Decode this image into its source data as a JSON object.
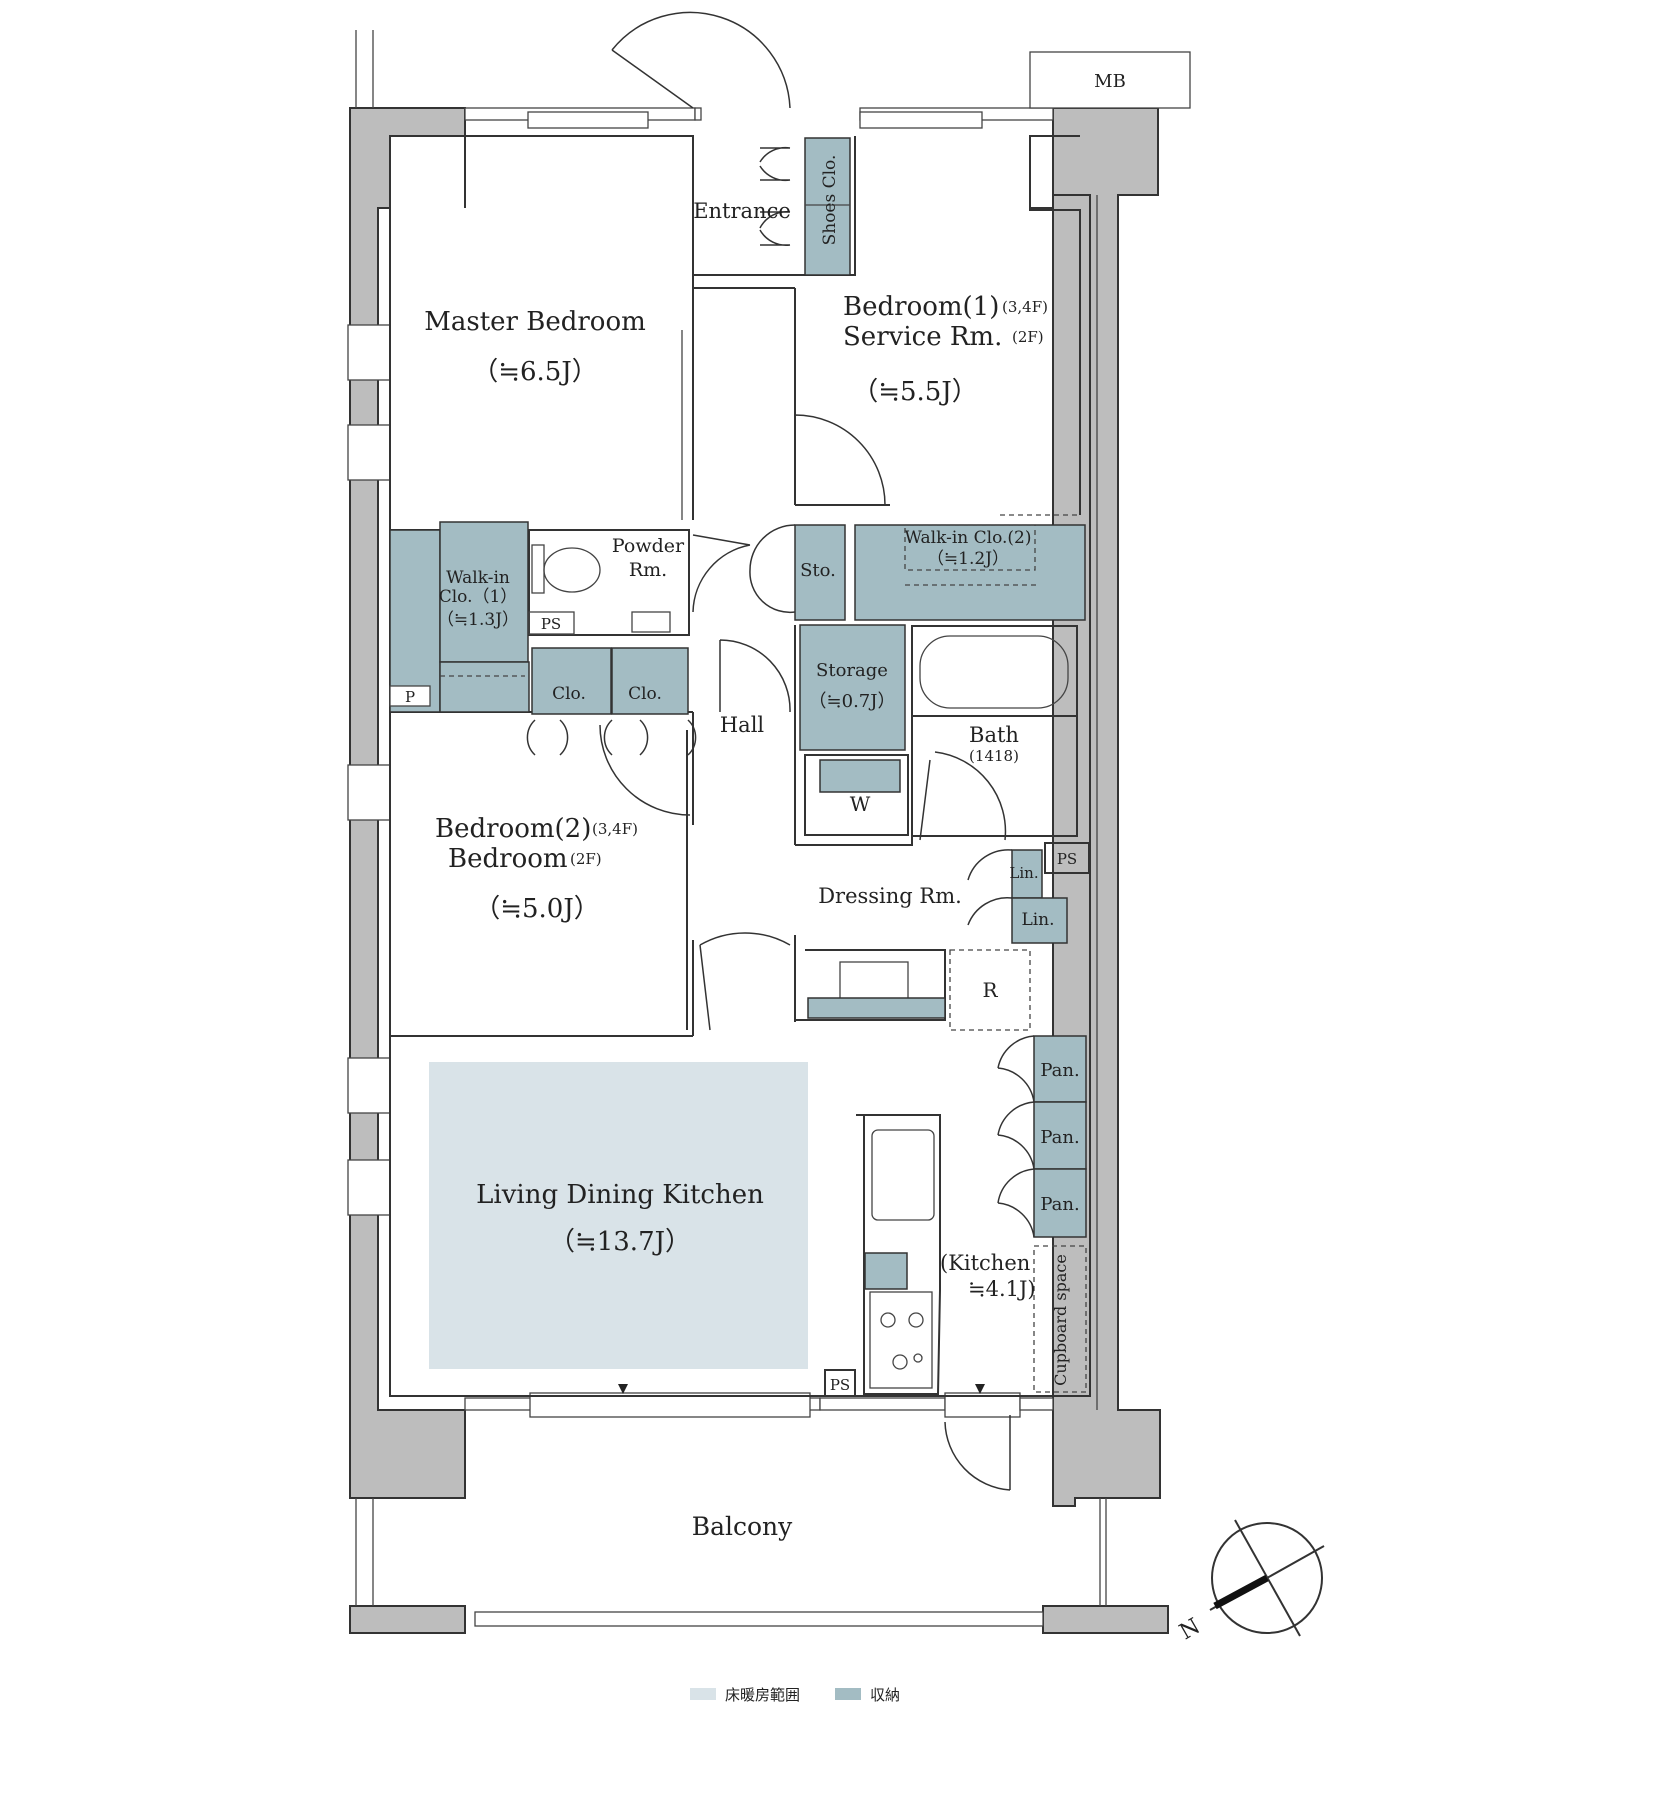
{
  "rooms": {
    "master_bedroom": {
      "name": "Master Bedroom",
      "size": "（≒6.5J）"
    },
    "entrance": "Entrance",
    "shoes_closet": "Shoes Clo.",
    "bedroom1": {
      "name": "Bedroom(1)",
      "floors": "(3,4F)",
      "alt_name": "Service Rm.",
      "alt_floors": "(2F)",
      "size": "（≒5.5J）"
    },
    "powder_room": {
      "line1": "Powder",
      "line2": "Rm."
    },
    "walkin_closet1": {
      "line1": "Walk-in",
      "line2": "Clo.（1）",
      "size": "（≒1.3J）"
    },
    "walkin_closet2": {
      "name": "Walk-in Clo.(2)",
      "size": "（≒1.2J）"
    },
    "storage_short": "Sto.",
    "storage": {
      "name": "Storage",
      "size": "（≒0.7J）"
    },
    "bath": {
      "name": "Bath",
      "code": "(1418)"
    },
    "hall": "Hall",
    "closet": "Clo.",
    "washer": "W",
    "dressing_room": "Dressing Rm.",
    "linen": "Lin.",
    "refrigerator": "R",
    "pipe_space": "PS",
    "pipe": "P",
    "bedroom2": {
      "name": "Bedroom(2)",
      "floors": "(3,4F)",
      "alt_name": "Bedroom",
      "alt_floors": "(2F)",
      "size": "（≒5.0J）"
    },
    "ldk": {
      "name": "Living Dining Kitchen",
      "size": "（≒13.7J）"
    },
    "kitchen": {
      "name": "(Kitchen",
      "size": "≒4.1J)"
    },
    "pantry": "Pan.",
    "cupboard": "Cupboard space",
    "balcony": "Balcony",
    "meter_box": "MB"
  },
  "compass": {
    "north": "N"
  },
  "legend": [
    {
      "label": "床暖房範囲",
      "color": "#d9e3e8"
    },
    {
      "label": "収納",
      "color": "#a3bcc3"
    }
  ],
  "colors": {
    "storage": "#a3bcc3",
    "floor_heating": "#d9e3e8",
    "wall": "#bdbdbd"
  }
}
